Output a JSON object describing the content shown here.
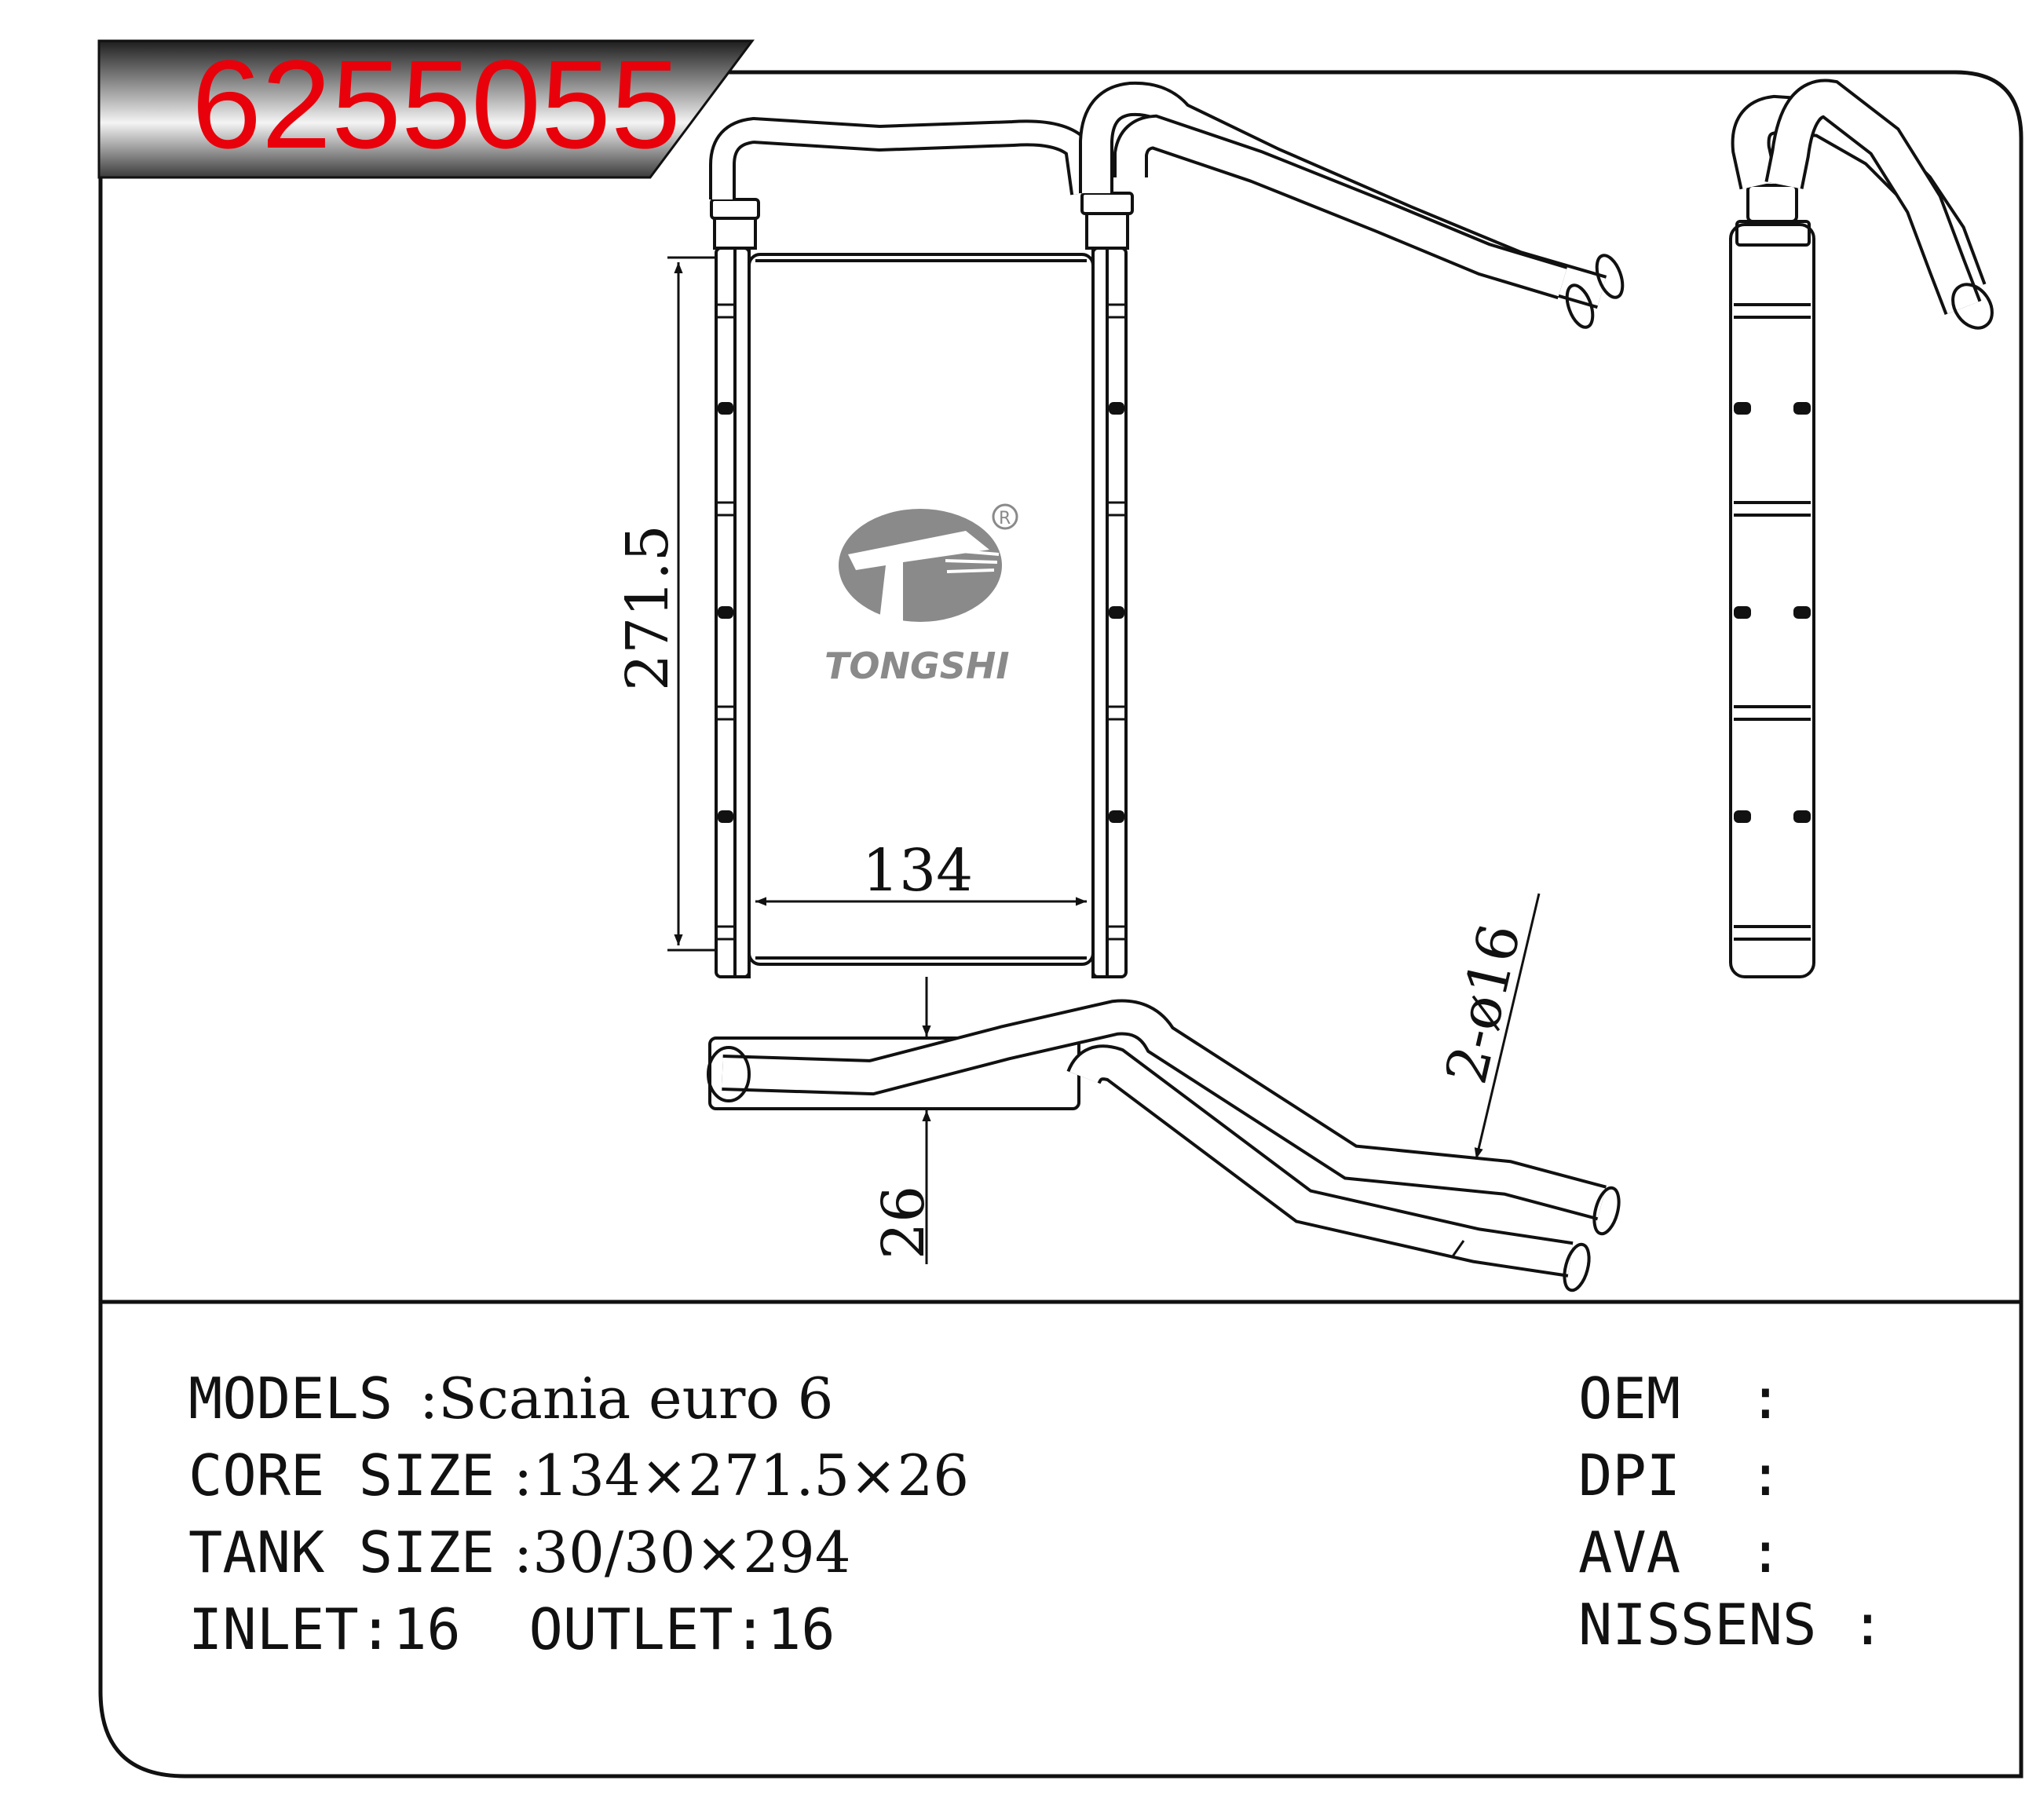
{
  "part_number": "6255055",
  "brand": {
    "name": "TONGSHI",
    "registered_mark": "R",
    "logo": "tongshi-logo"
  },
  "dimensions": {
    "height": "271.5",
    "width": "134",
    "thickness": "26",
    "pipes": "2-ø16"
  },
  "specs": {
    "models_label": "MODELS",
    "models_value": ":Scania euro 6",
    "core_label": "CORE SIZE",
    "core_value": ":134×271.5×26",
    "tank_label": "TANK SIZE",
    "tank_value": ":30/30×294",
    "inlet_outlet": "INLET:16  OUTLET:16"
  },
  "cross_refs": {
    "oem": "OEM  :",
    "dpi": "DPI  :",
    "ava": "AVA  :",
    "nissens": "NISSENS :"
  },
  "colors": {
    "part_number": "#e8000a",
    "banner_dark": "#2b2b2b",
    "banner_light": "#f2f2f2",
    "logo_gray": "#8a8a8a"
  }
}
